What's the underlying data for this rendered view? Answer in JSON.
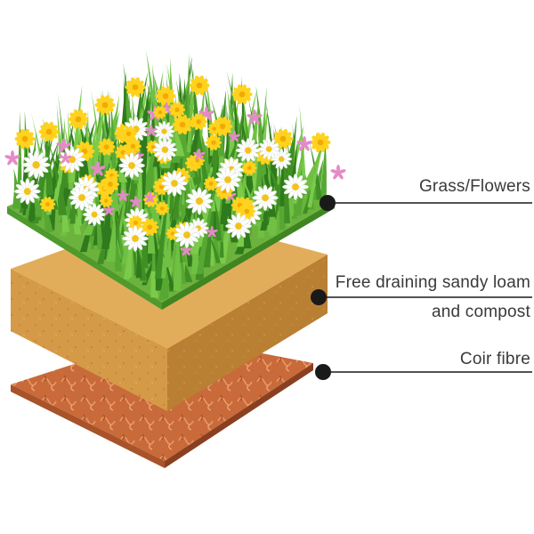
{
  "labels": {
    "grass": "Grass/Flowers",
    "loam_line1": "Free draining sandy loam",
    "loam_line2": "and compost",
    "coir": "Coir fibre"
  },
  "colors": {
    "grass_top": "#6cb33e",
    "grass_front": "#4e9a2c",
    "grass_side": "#3f8522",
    "soil_top": "#e2ad5a",
    "soil_front": "#d49a48",
    "soil_side": "#b97f32",
    "coir_top": "#c96a3a",
    "coir_front": "#a8532a",
    "coir_side": "#8a4020",
    "leader": "#1a1a1a",
    "flower_yellow": "#ffd21e",
    "flower_white": "#ffffff",
    "flower_pink": "#e58ac8"
  },
  "icons": [
    "leader-dot-icon",
    "daisy-icon",
    "buttercup-icon",
    "pink-star-flower-icon"
  ]
}
